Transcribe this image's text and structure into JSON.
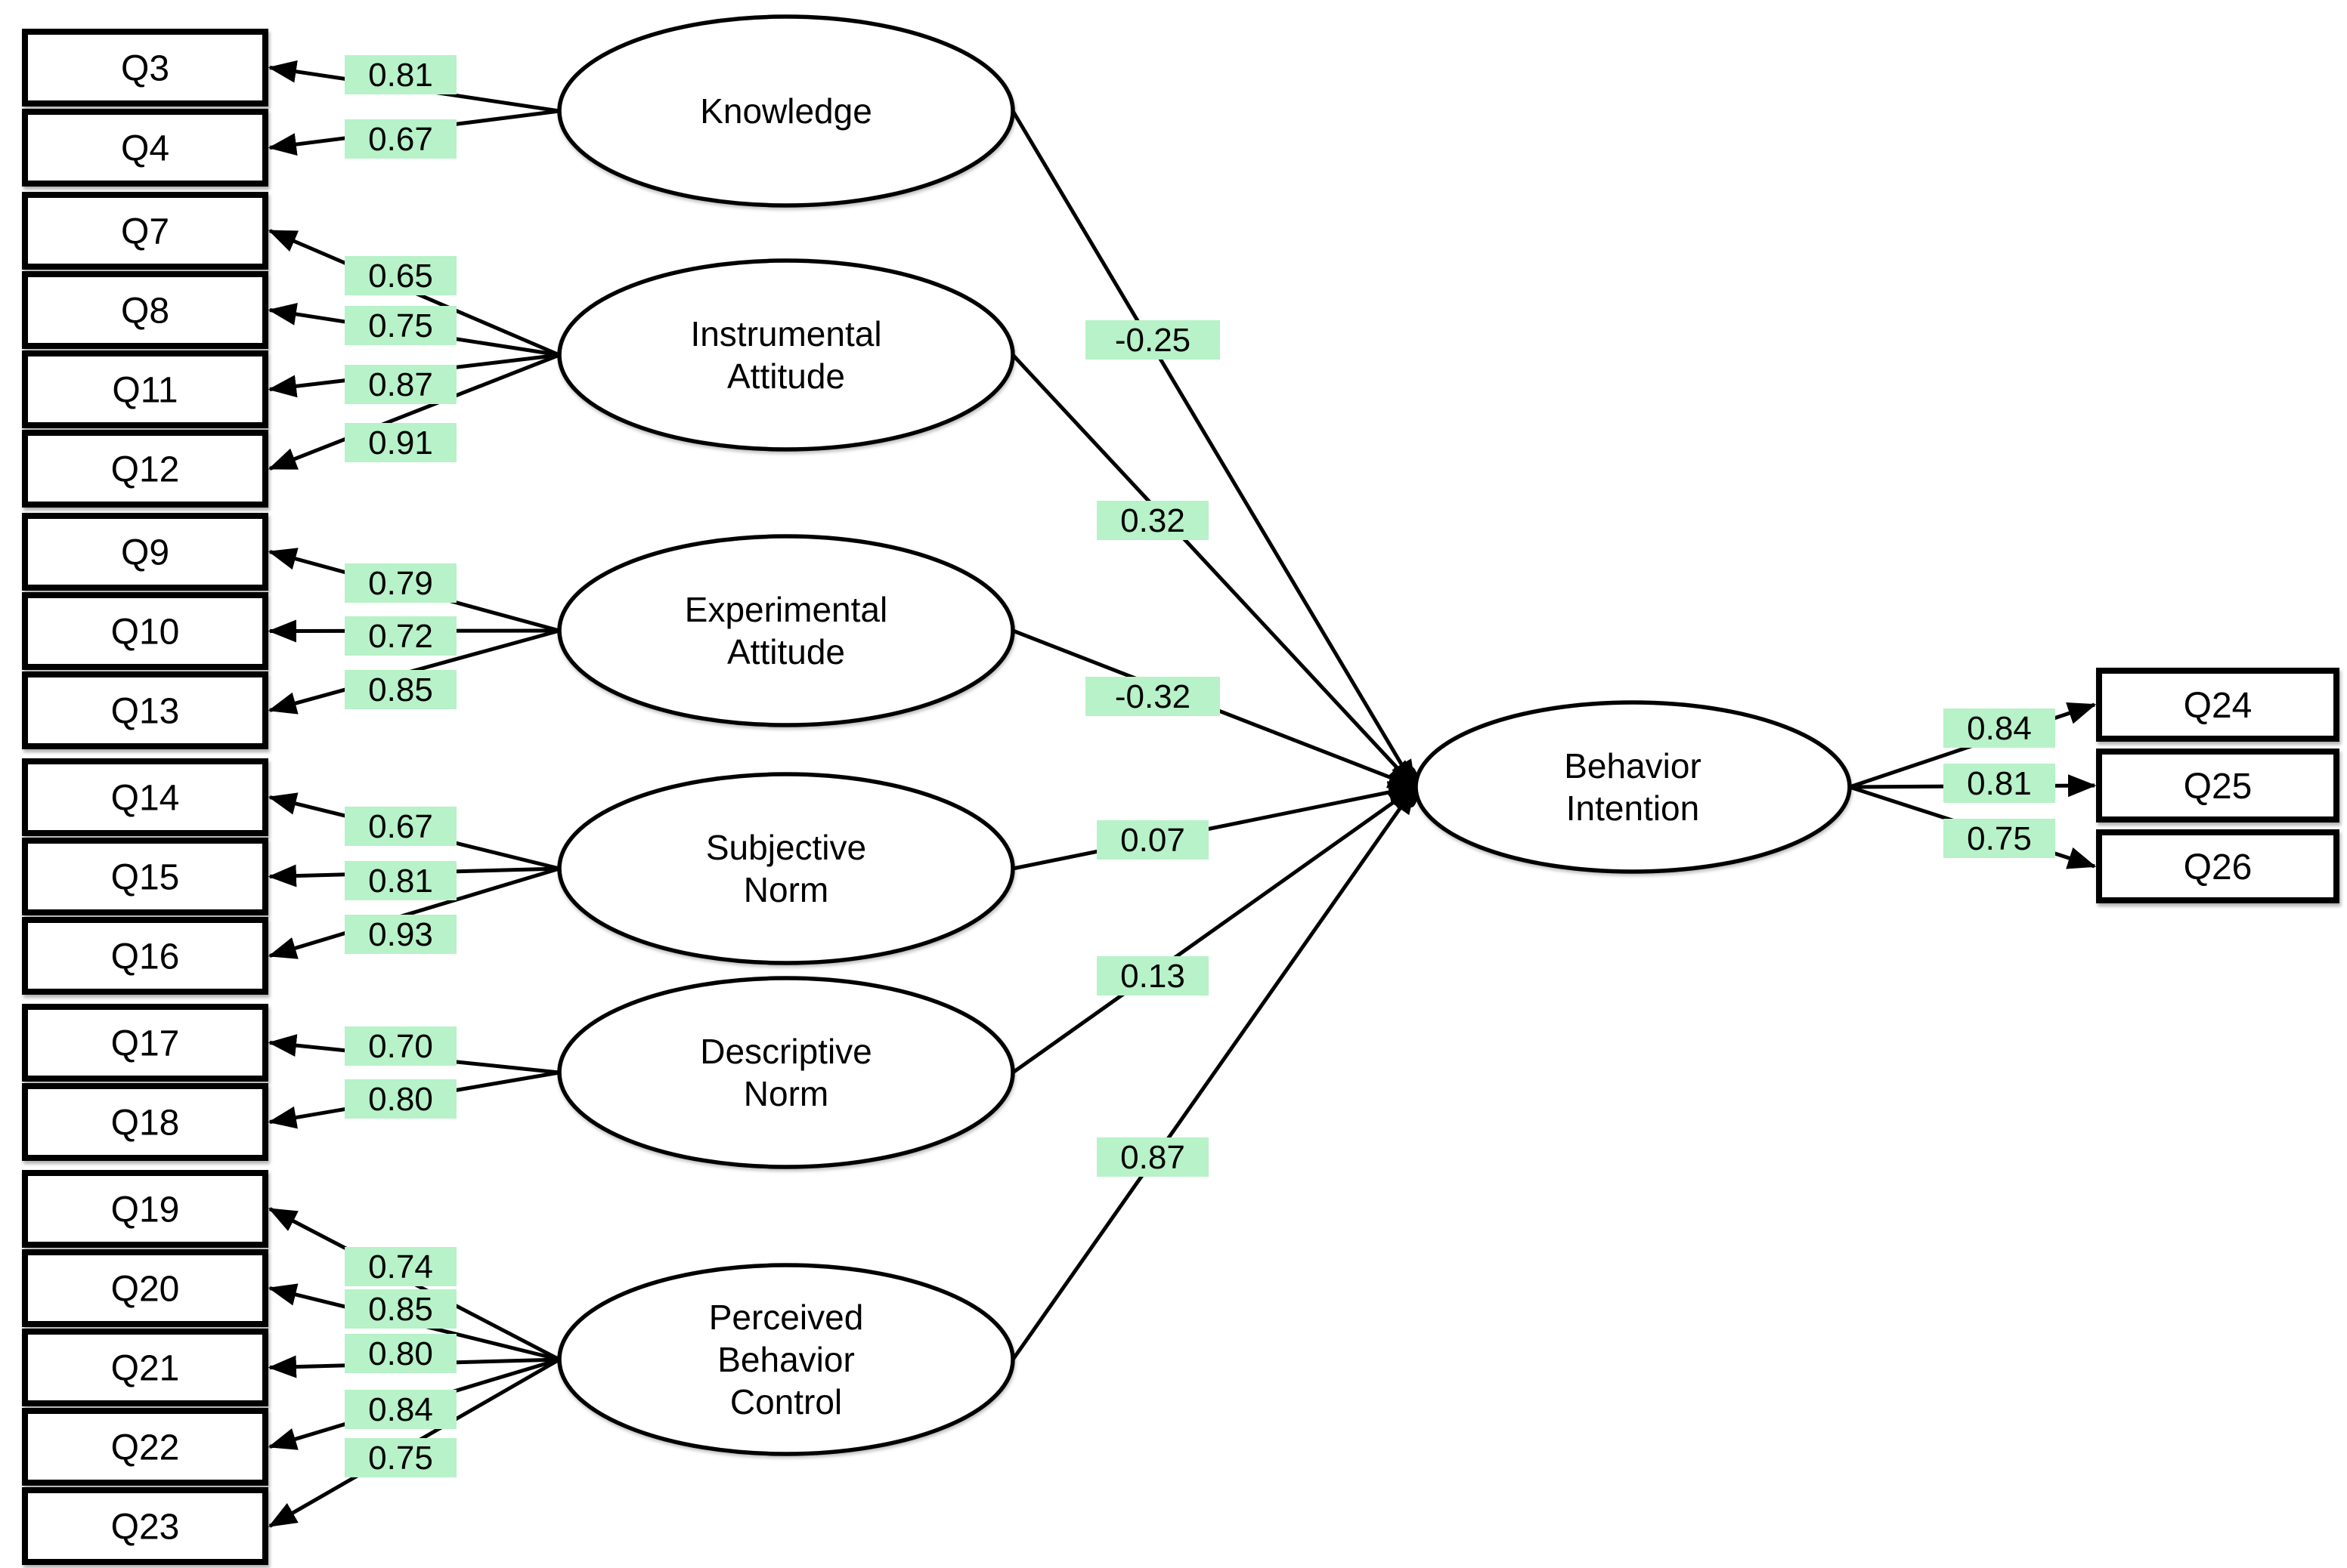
{
  "model": {
    "outcome": {
      "label": "Behavior Intention",
      "lines": [
        "Behavior",
        "Intention"
      ],
      "indicators": [
        {
          "id": "Q24",
          "loading": "0.84"
        },
        {
          "id": "Q25",
          "loading": "0.81"
        },
        {
          "id": "Q26",
          "loading": "0.75"
        }
      ]
    },
    "latents": [
      {
        "label": "Knowledge",
        "lines": [
          "Knowledge"
        ],
        "path_coefficient": "-0.25",
        "indicators": [
          {
            "id": "Q3",
            "loading": "0.81"
          },
          {
            "id": "Q4",
            "loading": "0.67"
          }
        ]
      },
      {
        "label": "Instrumental Attitude",
        "lines": [
          "Instrumental",
          "Attitude"
        ],
        "path_coefficient": "0.32",
        "indicators": [
          {
            "id": "Q7",
            "loading": "0.65"
          },
          {
            "id": "Q8",
            "loading": "0.75"
          },
          {
            "id": "Q11",
            "loading": "0.87"
          },
          {
            "id": "Q12",
            "loading": "0.91"
          }
        ]
      },
      {
        "label": "Experimental Attitude",
        "lines": [
          "Experimental",
          "Attitude"
        ],
        "path_coefficient": "-0.32",
        "indicators": [
          {
            "id": "Q9",
            "loading": "0.79"
          },
          {
            "id": "Q10",
            "loading": "0.72"
          },
          {
            "id": "Q13",
            "loading": "0.85"
          }
        ]
      },
      {
        "label": "Subjective Norm",
        "lines": [
          "Subjective",
          "Norm"
        ],
        "path_coefficient": "0.07",
        "indicators": [
          {
            "id": "Q14",
            "loading": "0.67"
          },
          {
            "id": "Q15",
            "loading": "0.81"
          },
          {
            "id": "Q16",
            "loading": "0.93"
          }
        ]
      },
      {
        "label": "Descriptive Norm",
        "lines": [
          "Descriptive",
          "Norm"
        ],
        "path_coefficient": "0.13",
        "indicators": [
          {
            "id": "Q17",
            "loading": "0.70"
          },
          {
            "id": "Q18",
            "loading": "0.80"
          }
        ]
      },
      {
        "label": "Perceived Behavior Control",
        "lines": [
          "Perceived",
          "Behavior",
          "Control"
        ],
        "path_coefficient": "0.87",
        "indicators": [
          {
            "id": "Q19",
            "loading": "0.74"
          },
          {
            "id": "Q20",
            "loading": "0.85"
          },
          {
            "id": "Q21",
            "loading": "0.80"
          },
          {
            "id": "Q22",
            "loading": "0.84"
          },
          {
            "id": "Q23",
            "loading": "0.75"
          }
        ]
      }
    ]
  },
  "colors": {
    "loading_highlight": "#b7f2c8",
    "line": "#000000",
    "node_fill": "#ffffff",
    "node_stroke": "#000000",
    "background": "#ffffff"
  }
}
